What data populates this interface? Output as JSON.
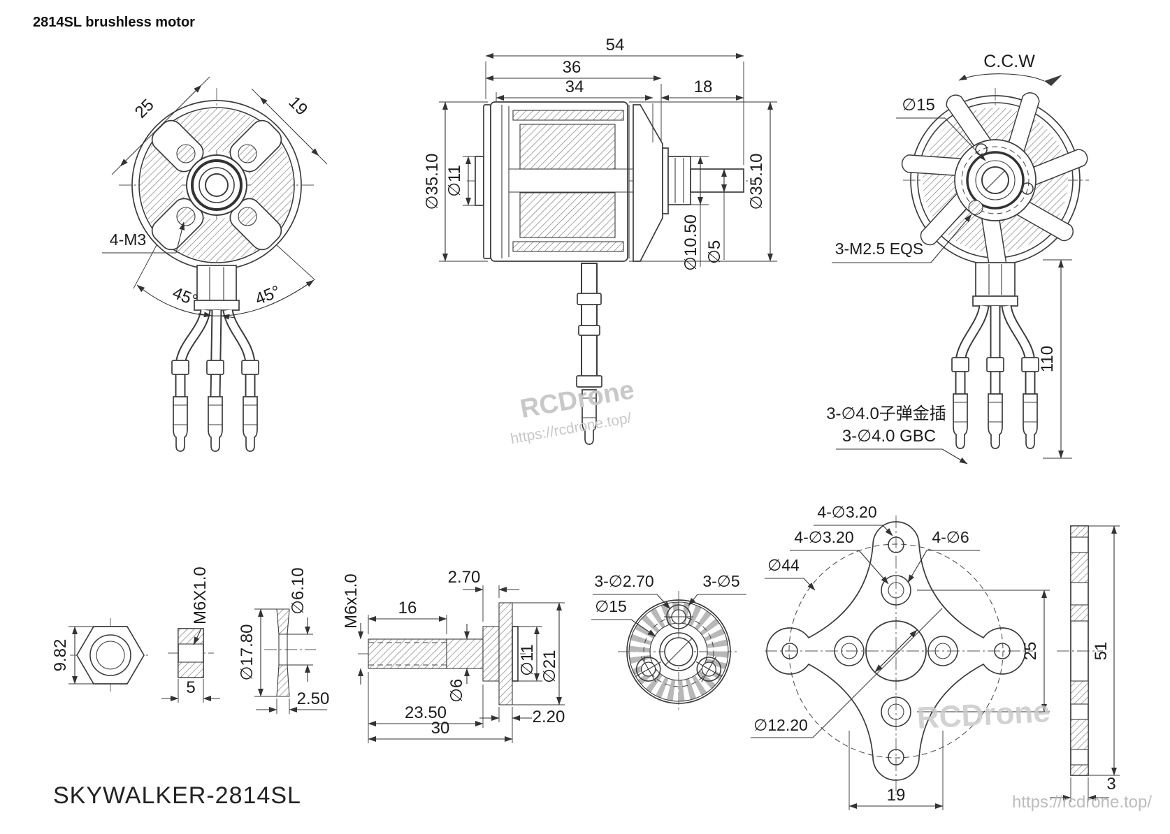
{
  "page": {
    "title": "2814SL brushless motor",
    "product_name": "SKYWALKER-2814SL"
  },
  "watermarks": {
    "brand": "RCDrone",
    "url": "https://rcdrone.top/"
  },
  "front_view": {
    "dim_width_25": "25",
    "dim_width_19": "19",
    "mount_holes_label": "4-M3",
    "angle_left": "45°",
    "angle_right": "45°"
  },
  "side_view": {
    "dim_54": "54",
    "dim_36": "36",
    "dim_34": "34",
    "dim_18": "18",
    "dia_body_left": "∅35.10",
    "dia_boss": "∅11",
    "dia_collar": "∅10.50",
    "dia_shaft": "∅5",
    "dia_body_right": "∅35.10"
  },
  "back_view": {
    "rotation_label": "C.C.W",
    "dia_bolt_circle": "∅15",
    "screw_label": "3-M2.5 EQS",
    "wire_length": "110",
    "bullet_label_cn": "3-∅4.0子弹金插",
    "bullet_label_en": "3-∅4.0 GBC"
  },
  "nut": {
    "dim_height": "9.82",
    "thread_label": "M6X1.0",
    "dim_thickness": "5"
  },
  "washer": {
    "dia_outer": "∅17.80",
    "dia_inner": "∅6.10",
    "dim_thickness": "2.50"
  },
  "shaft": {
    "thread_label": "M6x1.0",
    "dim_thread_length": "16",
    "dim_collar_step": "2.70",
    "dia_shank": "∅6",
    "dia_collar": "∅11",
    "dia_flange": "∅21",
    "dim_shank_length": "23.50",
    "dim_total_length": "30",
    "dim_flange_thickness": "2.20"
  },
  "prop_adapter": {
    "holes_small_label": "3-∅2.70",
    "holes_large_label": "3-∅5",
    "dia_bolt_circle": "∅15"
  },
  "mount": {
    "tip_holes_label": "4-∅3.20",
    "inner_holes_label": "4-∅3.20",
    "counterbore_label": "4-∅6",
    "dia_outer_circle": "∅44",
    "dia_center_hole": "∅12.20",
    "dim_hole_spacing_x": "19",
    "dim_hole_spacing_y": "25",
    "dim_plate_width": "51",
    "dim_plate_thickness": "3"
  }
}
